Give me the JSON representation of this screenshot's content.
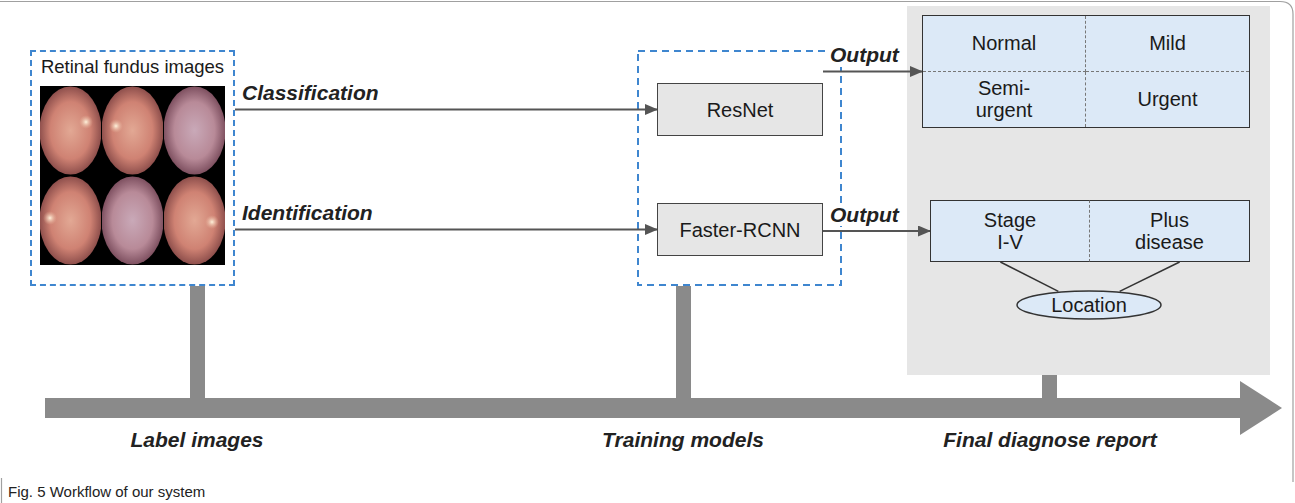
{
  "diagram": {
    "caption": "Fig. 5 Workflow of our system",
    "nodes": [
      {
        "text": [
          "Retinal fundus images"
        ]
      },
      {
        "text": [
          "ResNet"
        ]
      },
      {
        "text": [
          "Faster-RCNN"
        ]
      },
      {
        "text": [
          "Normal",
          "Mild",
          "Semi-urgent",
          "Urgent"
        ]
      },
      {
        "text": [
          "Stage I-V"
        ]
      },
      {
        "text": [
          "Plus disease"
        ]
      },
      {
        "text": [
          "Location"
        ]
      }
    ],
    "edges": [
      {
        "from": 0,
        "to": 1,
        "arrow": "to",
        "label": "Classification"
      },
      {
        "from": 0,
        "to": 2,
        "arrow": "to",
        "label": "Identification"
      },
      {
        "from": 1,
        "to": 3,
        "arrow": "to",
        "label": "Output"
      },
      {
        "from": 2,
        "to": 4,
        "arrow": "to",
        "label": "Output"
      },
      {
        "from": 4,
        "to": 6,
        "arrow": "none"
      },
      {
        "from": 5,
        "to": 6,
        "arrow": "none"
      }
    ],
    "labels": [
      "Label images",
      "Training models",
      "Final diagnose report"
    ]
  }
}
